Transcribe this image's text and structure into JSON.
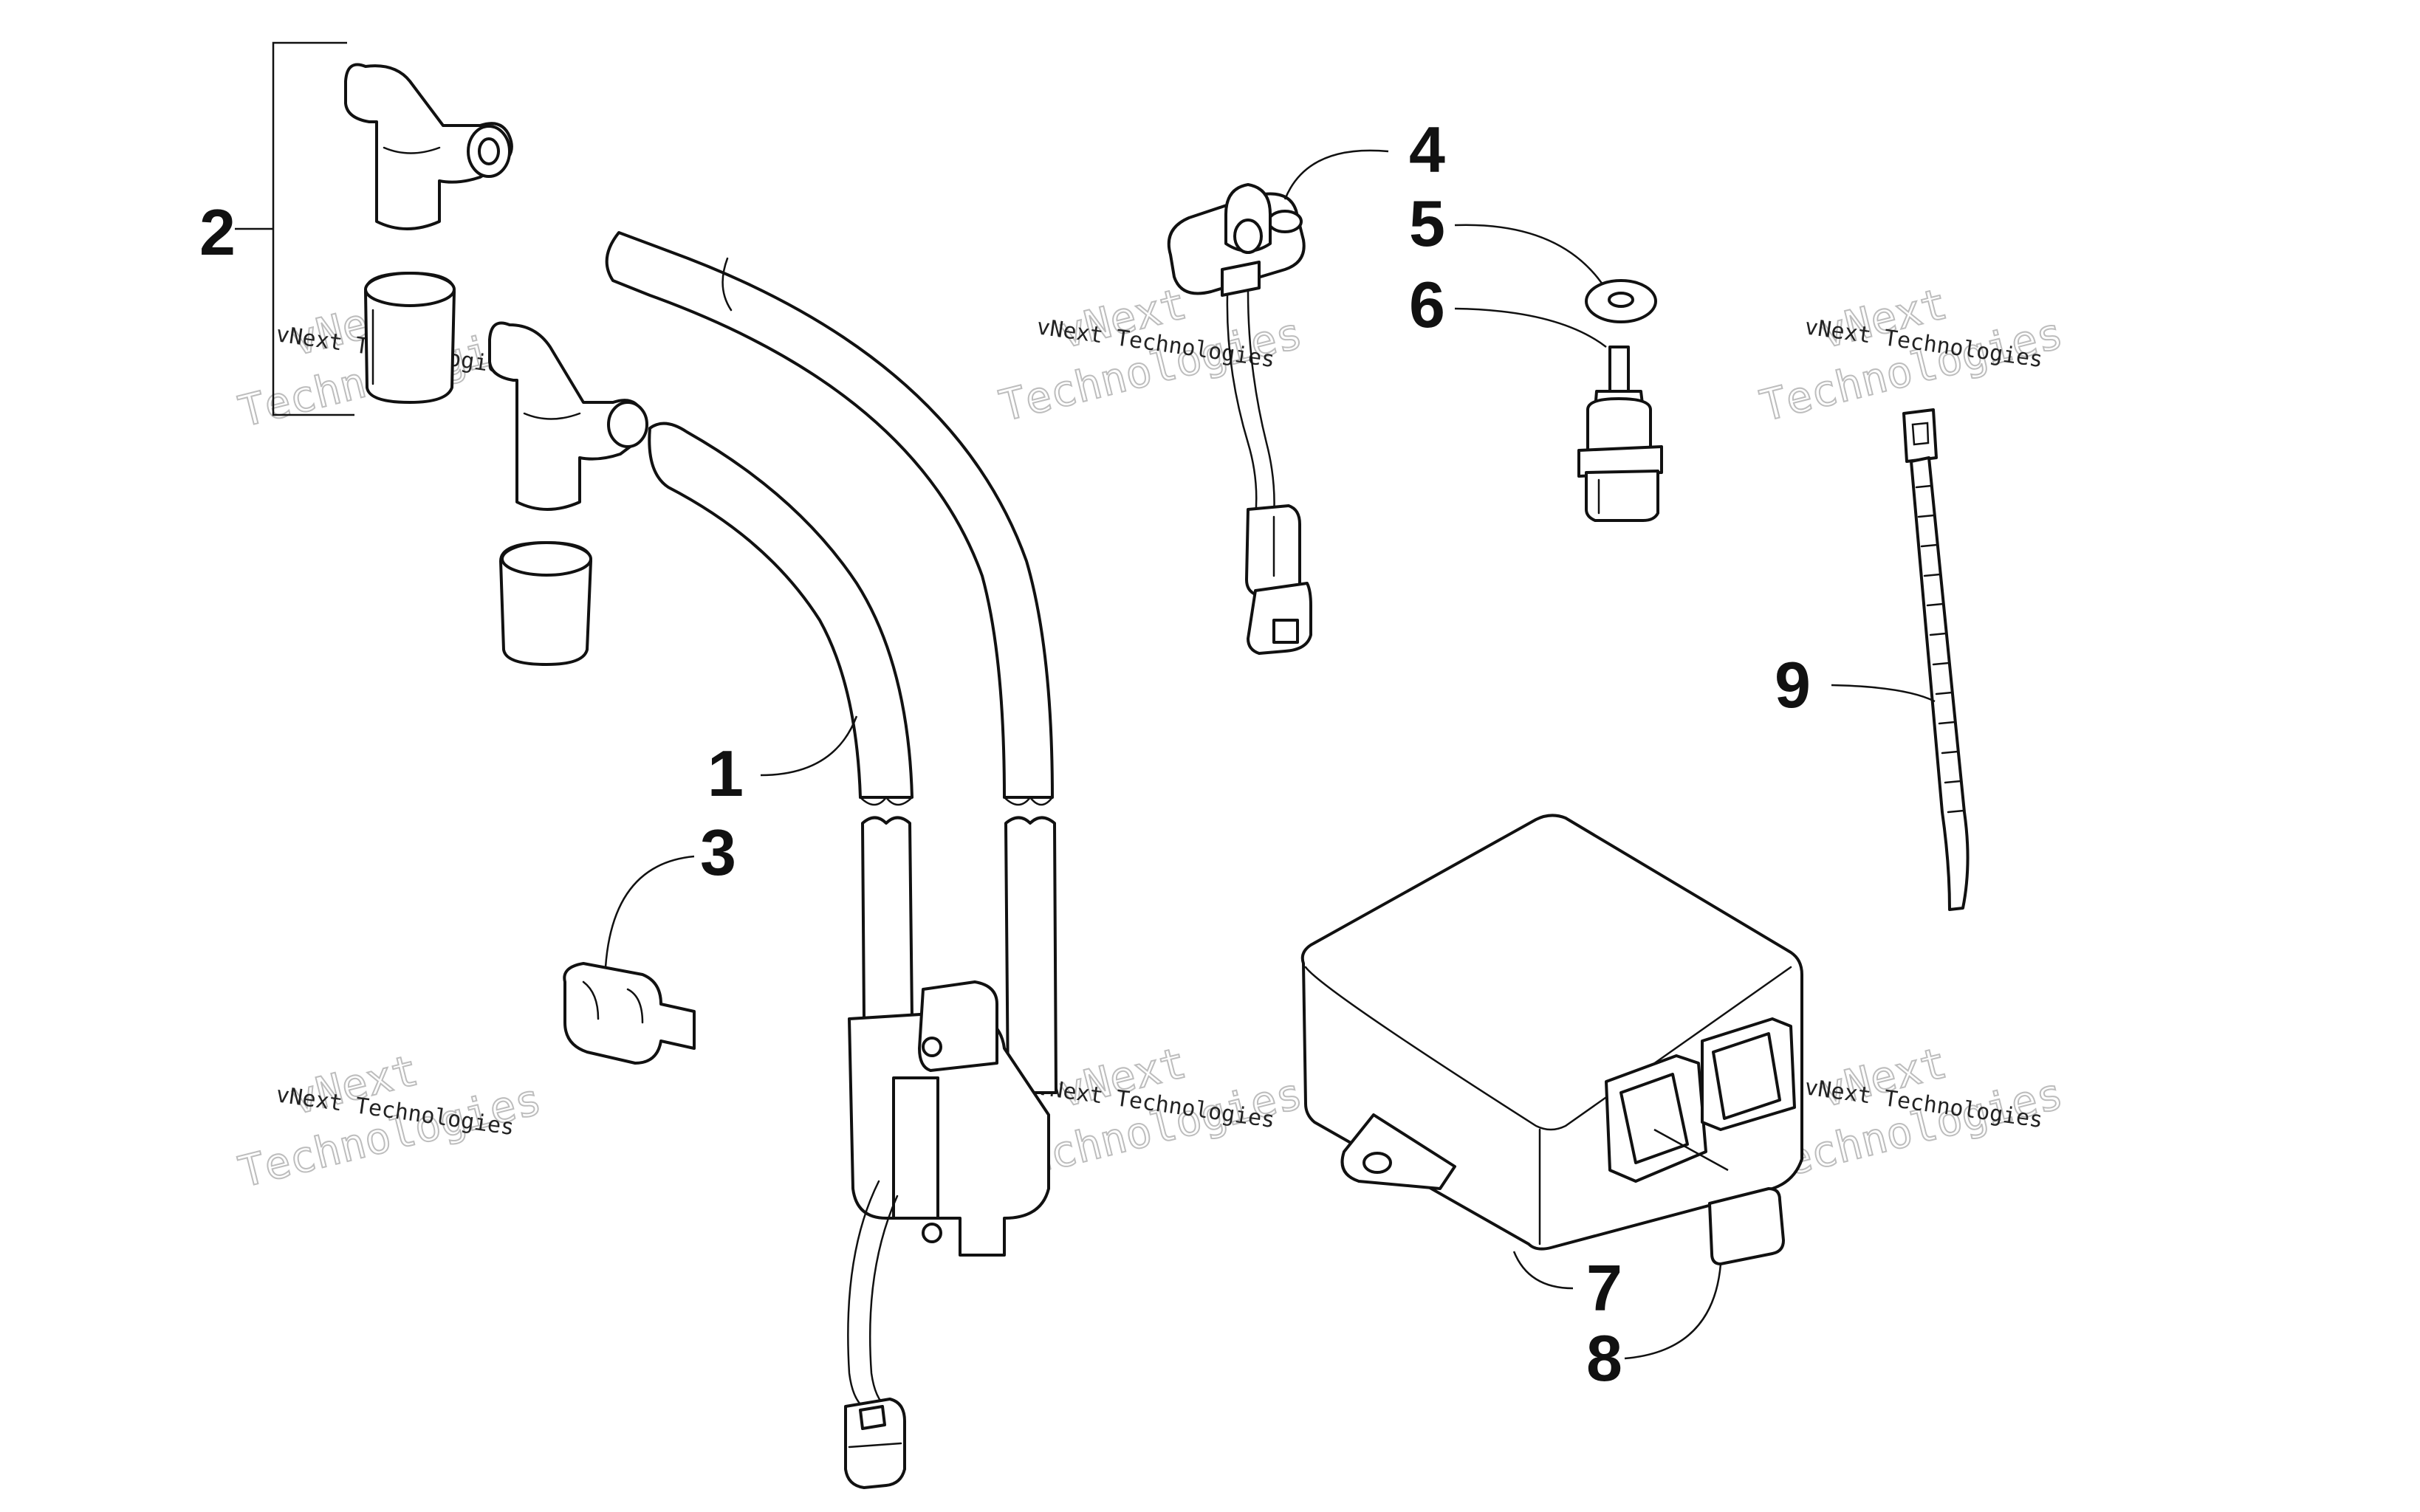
{
  "callouts": [
    "1",
    "2",
    "3",
    "4",
    "5",
    "6",
    "7",
    "8",
    "9"
  ],
  "watermark": {
    "line1": "vNext Technologies",
    "line2_a": "vNext",
    "line2_b": "Technologies"
  }
}
